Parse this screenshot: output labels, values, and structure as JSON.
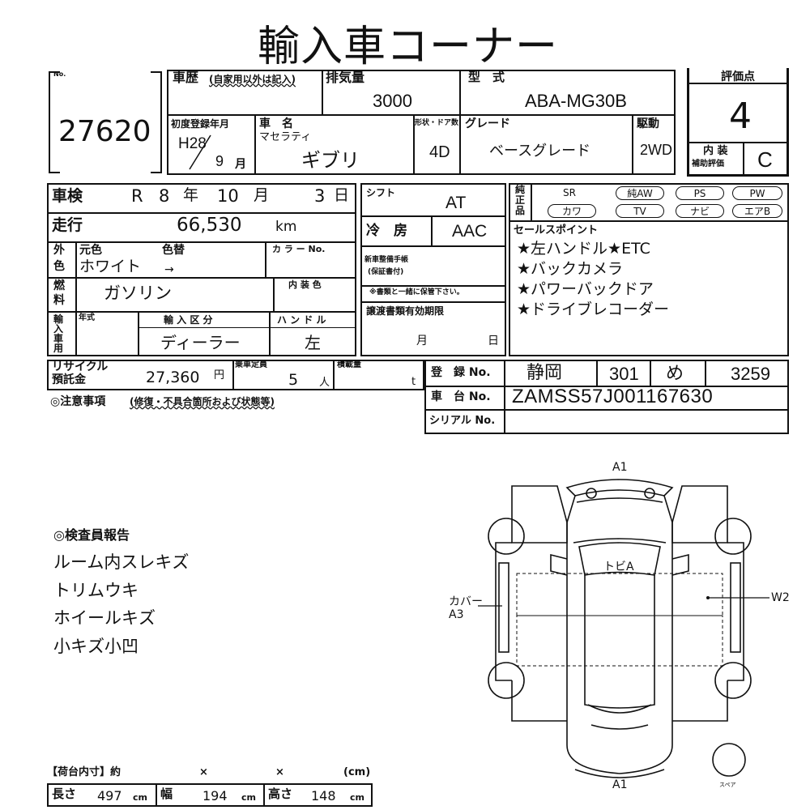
{
  "title": "輸入車コーナー",
  "lot": {
    "no_label": "No.",
    "number": "27620"
  },
  "history": {
    "label": "車歴",
    "note": "(自家用以外は記入)",
    "displacement_label": "排気量",
    "displacement": "3000",
    "model_label": "型　式",
    "model": "ABA-MG30B"
  },
  "registration": {
    "label": "初度登録年月",
    "era_year": "H28",
    "month": "9",
    "month_unit": "月"
  },
  "car": {
    "name_label": "車　名",
    "maker": "マセラティ",
    "name": "ギブリ",
    "doors_label": "形状・ドア数",
    "doors": "4D",
    "grade_label": "グレード",
    "grade": "ベースグレード",
    "drive_label": "駆動",
    "drive": "2WD"
  },
  "score": {
    "label": "評価点",
    "value": "4",
    "interior_label_1": "内 装",
    "interior_label_2": "補助評価",
    "interior_value": "C"
  },
  "inspection": {
    "label": "車検",
    "era": "R",
    "year": "8",
    "year_unit": "年",
    "month": "10",
    "month_unit": "月",
    "day": "3",
    "day_unit": "日"
  },
  "mileage": {
    "label": "走行",
    "value": "66,530",
    "unit": "km"
  },
  "color": {
    "label_1": "外",
    "label_2": "色",
    "original_label": "元色",
    "change_label": "色替",
    "original": "ホワイト",
    "arrow": "→",
    "color_no_label": "カ ラ ー No."
  },
  "fuel": {
    "label_1": "燃",
    "label_2": "料",
    "value": "ガソリン",
    "interior_color_label": "内 装 色"
  },
  "import": {
    "label": "輸入車用",
    "year_label": "年式",
    "category_label": "輸 入 区 分",
    "category": "ディーラー",
    "handle_label": "ハ ン ド ル",
    "handle": "左"
  },
  "shift": {
    "label": "シフト",
    "value": "AT"
  },
  "ac": {
    "label": "冷　房",
    "value": "AAC"
  },
  "service_book": {
    "label_1": "新車整備手帳",
    "label_2": "(保証書付)",
    "note": "※書類と一緒に保管下さい。"
  },
  "transfer_docs": {
    "label": "譲渡書類有効期限",
    "month_unit": "月",
    "day_unit": "日"
  },
  "equipment": {
    "label_1": "純",
    "label_2": "正",
    "label_3": "品",
    "items_row1": [
      "SR",
      "純AW",
      "PS",
      "PW"
    ],
    "items_row2": [
      "カワ",
      "TV",
      "ナビ",
      "エアB"
    ]
  },
  "sales_points": {
    "label": "セールスポイント",
    "lines": [
      "★左ハンドル★ETC",
      "★バックカメラ",
      "★パワーバックドア",
      "★ドライブレコーダー"
    ]
  },
  "recycle": {
    "label_1": "リサイクル",
    "label_2": "預託金",
    "amount": "27,360",
    "unit": "円",
    "capacity_label": "乗車定員",
    "capacity": "5",
    "capacity_unit": "人",
    "load_label": "積載量",
    "load_unit": "t"
  },
  "caution": {
    "label": "◎注意事項",
    "note": "(修復・不具合箇所および状態等)"
  },
  "plate": {
    "label": "登　録 No.",
    "region": "静岡",
    "class_no": "301",
    "kana": "め",
    "number": "3259"
  },
  "chassis": {
    "label": "車　台 No.",
    "value": "ZAMSS57J001167630"
  },
  "serial": {
    "label": "シリアル No."
  },
  "inspector": {
    "title": "◎検査員報告",
    "lines": [
      "ルーム内スレキズ",
      "トリムウキ",
      "ホイールキズ",
      "小キズ小凹"
    ]
  },
  "diagram": {
    "front_mark": "A1",
    "rear_mark": "A1",
    "left_note_1": "カバー",
    "left_note_2": "A3",
    "right_note": "W2",
    "windshield_note": "トビA",
    "spare_label": "スペア"
  },
  "cargo": {
    "header": "【荷台内寸】約",
    "x1": "×",
    "x2": "×",
    "unit": "(cm)",
    "length_label": "長さ",
    "length": "497",
    "width_label": "幅",
    "width": "194",
    "height_label": "高さ",
    "height": "148",
    "cm": "cm"
  }
}
